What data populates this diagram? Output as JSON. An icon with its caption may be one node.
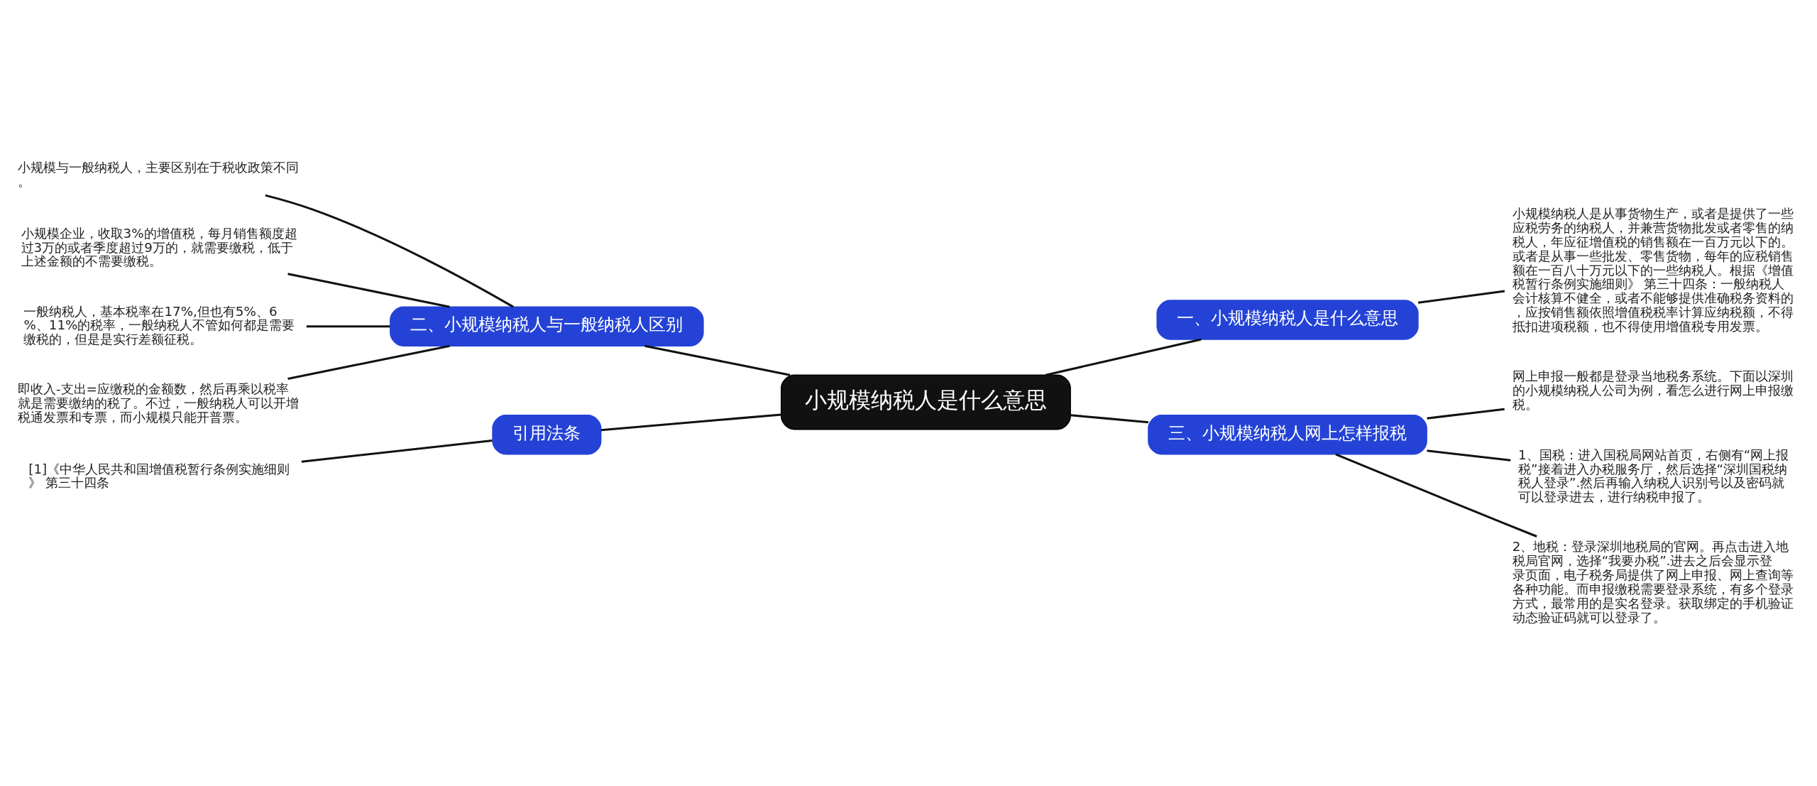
{
  "diagram": {
    "nodes": [
      {
        "text": [
          "小规模纳税人是什么意思"
        ]
      },
      {
        "text": [
          "一、小规模纳税人是什么意思"
        ]
      },
      {
        "text": [
          "小规模纳税人是从事货物生产，或者是提供了一些应税劳务的纳税人，并兼营货物批发或者零售的纳税人，年应征增值税的销售额在一百万元以下的。或者是从事一些批发、零售货物，每年的应税销售额在一百八十万元以下的一些纳税人。根据《增值税暂行条例实施细则》 第三十四条：一般纳税人会计核算不健全，或者不能够提供准确税务资料的，应按销售额依照增值税税率计算应纳税额，不得抵扣进项税额，也不得使用增值税专用发票。"
        ]
      },
      {
        "text": [
          "二、小规模纳税人与一般纳税人区别"
        ]
      },
      {
        "text": [
          "小规模与一般纳税人，主要区别在于税收政策不同。"
        ]
      },
      {
        "text": [
          "小规模企业，收取3%的增值税，每月销售额度超过3万的或者季度超过9万的，就需要缴税，低于上述金额的不需要缴税。"
        ]
      },
      {
        "text": [
          "一般纳税人，基本税率在17%,但也有5%、6%、11%的税率，一般纳税人不管如何都是需要缴税的，但是是实行差额征税。"
        ]
      },
      {
        "text": [
          "即收入-支出=应缴税的金额数，然后再乘以税率就是需要缴纳的税了。不过，一般纳税人可以开增税通发票和专票，而小规模只能开普票。"
        ]
      },
      {
        "text": [
          "三、小规模纳税人网上怎样报税"
        ]
      },
      {
        "text": [
          "网上申报一般都是登录当地税务系统。下面以深圳的小规模纳税人公司为例，看怎么进行网上申报缴税。"
        ]
      },
      {
        "text": [
          "1、国税：进入国税局网站首页，右侧有“网上报税”接着进入办税服务厅，然后选择“深圳国税纳税人登录”.然后再输入纳税人识别号以及密码就可以登录进去，进行纳税申报了。"
        ]
      },
      {
        "text": [
          "2、地税：登录深圳地税局的官网。再点击进入地税局官网，选择“我要办税”.进去之后会显示登录页面，电子税务局提供了网上申报、网上查询等各种功能。而申报缴税需要登录系统，有多个登录方式，最常用的是实名登录。获取绑定的手机验证动态验证码就可以登录了。"
        ]
      },
      {
        "text": [
          "引用法条"
        ]
      },
      {
        "text": [
          "[1]《中华人民共和国增值税暂行条例实施细则》 第三十四条"
        ]
      }
    ],
    "edges": [
      {
        "from": 0,
        "to": 1,
        "arrow": "none"
      },
      {
        "from": 1,
        "to": 2,
        "arrow": "none"
      },
      {
        "from": 0,
        "to": 3,
        "arrow": "none"
      },
      {
        "from": 3,
        "to": 4,
        "arrow": "none"
      },
      {
        "from": 3,
        "to": 5,
        "arrow": "none"
      },
      {
        "from": 3,
        "to": 6,
        "arrow": "none"
      },
      {
        "from": 3,
        "to": 7,
        "arrow": "none"
      },
      {
        "from": 0,
        "to": 8,
        "arrow": "none"
      },
      {
        "from": 8,
        "to": 9,
        "arrow": "none"
      },
      {
        "from": 8,
        "to": 10,
        "arrow": "none"
      },
      {
        "from": 8,
        "to": 11,
        "arrow": "none"
      },
      {
        "from": 0,
        "to": 12,
        "arrow": "none"
      },
      {
        "from": 12,
        "to": 13,
        "arrow": "none"
      }
    ]
  }
}
